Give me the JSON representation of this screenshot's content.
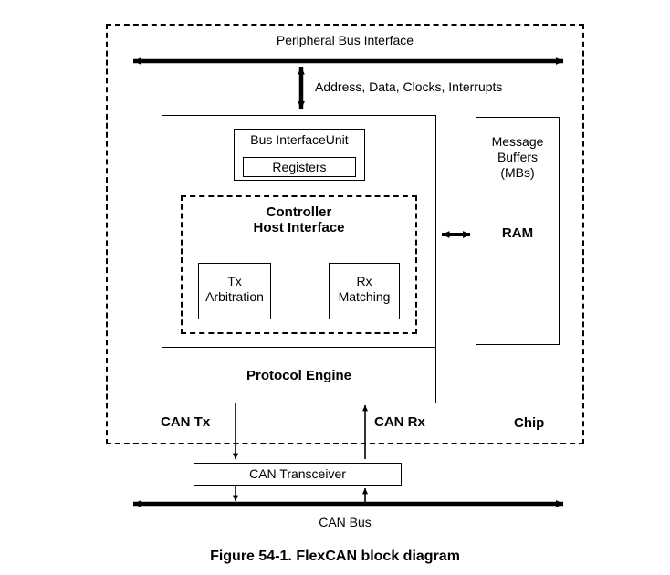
{
  "figure": {
    "caption": "Figure 54-1. FlexCAN block diagram"
  },
  "diagram": {
    "chip_label": "Chip",
    "peripheral_bus_label": "Peripheral Bus Interface",
    "bus_signals_label": "Address, Data, Clocks, Interrupts",
    "bus_interface_unit_label": "Bus InterfaceUnit",
    "registers_label": "Registers",
    "controller_host_interface_line1": "Controller",
    "controller_host_interface_line2": "Host Interface",
    "tx_arbitration_line1": "Tx",
    "tx_arbitration_line2": "Arbitration",
    "rx_matching_line1": "Rx",
    "rx_matching_line2": "Matching",
    "protocol_engine_label": "Protocol Engine",
    "message_buffers_line1": "Message",
    "message_buffers_line2": "Buffers",
    "message_buffers_line3": "(MBs)",
    "ram_label": "RAM",
    "can_tx_label": "CAN Tx",
    "can_rx_label": "CAN Rx",
    "can_transceiver_label": "CAN Transceiver",
    "can_bus_label": "CAN Bus"
  },
  "colors": {
    "stroke": "#000000",
    "background": "#ffffff",
    "text": "#000000"
  }
}
